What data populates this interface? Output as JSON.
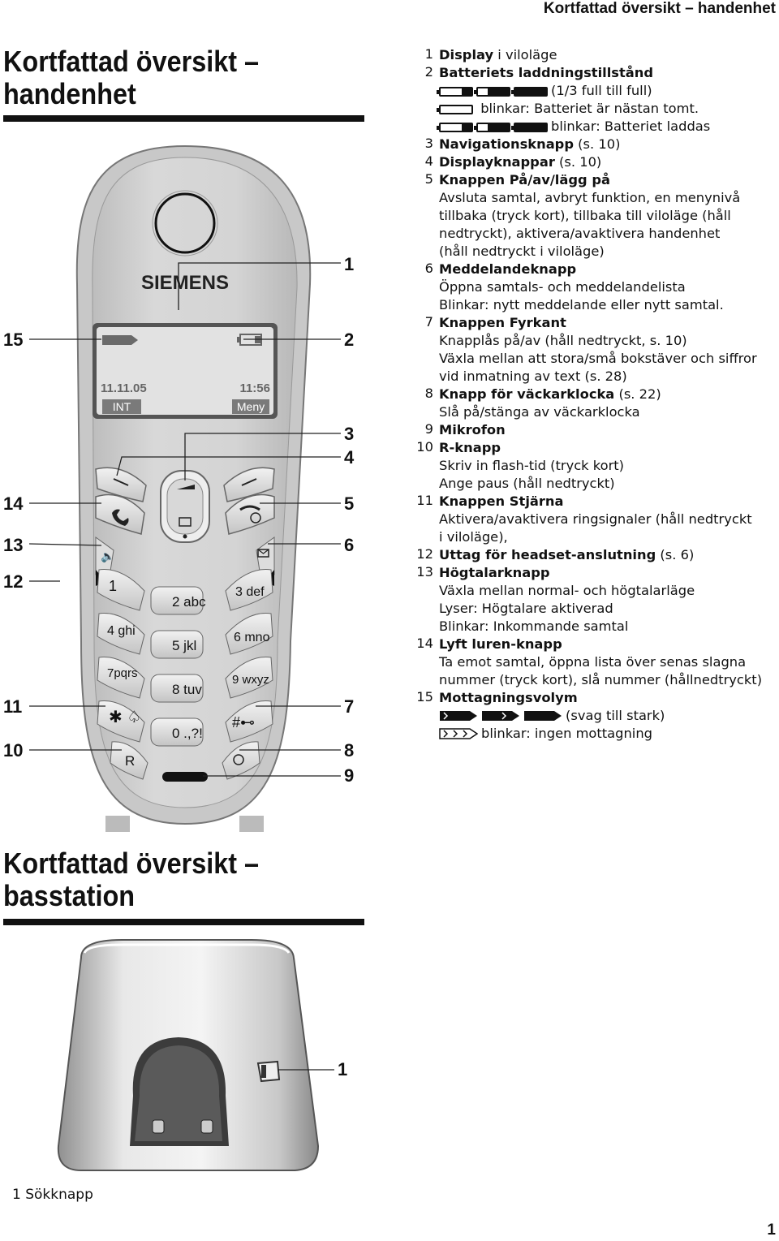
{
  "header": "Kortfattad översikt – handenhet",
  "section1": {
    "title_line1": "Kortfattad översikt –",
    "title_line2": "handenhet"
  },
  "section2": {
    "title_line1": "Kortfattad översikt –",
    "title_line2": "basstation"
  },
  "phone": {
    "brand": "SIEMENS",
    "display_date": "11.11.05",
    "display_time": "11:56",
    "softkey_left": "INT",
    "softkey_right": "Meny",
    "keys": {
      "k1": "1",
      "k2": "2 abc",
      "k3": "3 def",
      "k4": "4 ghi",
      "k5": "5 jkl",
      "k6": "6 mno",
      "k7": "7pqrs",
      "k8": "8 tuv",
      "k9": "9 wxyz",
      "k0": "0 .,?!",
      "kr": "R"
    },
    "callout_labels": [
      "1",
      "2",
      "3",
      "4",
      "5",
      "6",
      "7",
      "8",
      "9",
      "10",
      "11",
      "12",
      "13",
      "14",
      "15"
    ]
  },
  "legend": [
    {
      "n": "1",
      "title": "Display",
      "rest": " i viloläge",
      "lines": []
    },
    {
      "n": "2",
      "title": "Batteriets laddningstillstånd",
      "rest": "",
      "lines": [
        "(1/3 full till full)",
        "blinkar: Batteriet är nästan tomt.",
        "blinkar: Batteriet laddas"
      ]
    },
    {
      "n": "3",
      "title": "Navigationsknapp",
      "rest": " (s. 10)",
      "lines": []
    },
    {
      "n": "4",
      "title": "Displayknappar",
      "rest": " (s. 10)",
      "lines": []
    },
    {
      "n": "5",
      "title": "Knappen På/av/lägg på",
      "rest": "",
      "lines": [
        "Avsluta samtal, avbryt funktion, en menynivå",
        "tillbaka (tryck kort), tillbaka till viloläge (håll",
        "nedtryckt), aktivera/avaktivera handenhet",
        "(håll nedtryckt i viloläge)"
      ]
    },
    {
      "n": "6",
      "title": "Meddelandeknapp",
      "rest": "",
      "lines": [
        "Öppna samtals- och meddelandelista",
        "Blinkar: nytt meddelande eller nytt samtal."
      ]
    },
    {
      "n": "7",
      "title": "Knappen Fyrkant",
      "rest": "",
      "lines": [
        "Knapplås på/av (håll nedtryckt, s. 10)",
        "Växla mellan att stora/små bokstäver och siffror",
        "vid inmatning av text (s. 28)"
      ]
    },
    {
      "n": "8",
      "title": "Knapp för väckarklocka",
      "rest": " (s. 22)",
      "lines": [
        "Slå på/stänga av väckarklocka"
      ]
    },
    {
      "n": "9",
      "title": "Mikrofon",
      "rest": "",
      "lines": []
    },
    {
      "n": "10",
      "title": "R-knapp",
      "rest": "",
      "lines": [
        "Skriv in flash-tid (tryck kort)",
        "Ange paus (håll nedtryckt)"
      ]
    },
    {
      "n": "11",
      "title": "Knappen Stjärna",
      "rest": "",
      "lines": [
        "Aktivera/avaktivera ringsignaler (håll nedtryckt",
        "i viloläge),"
      ]
    },
    {
      "n": "12",
      "title": "Uttag för headset-anslutning",
      "rest": " (s. 6)",
      "lines": []
    },
    {
      "n": "13",
      "title": "Högtalarknapp",
      "rest": "",
      "lines": [
        "Växla mellan normal- och högtalarläge",
        "Lyser: Högtalare aktiverad",
        "Blinkar: Inkommande samtal"
      ]
    },
    {
      "n": "14",
      "title": "Lyft luren-knapp",
      "rest": "",
      "lines": [
        "Ta emot samtal, öppna lista över senas slagna",
        "nummer (tryck kort), slå nummer (hållnedtryckt)"
      ]
    },
    {
      "n": "15",
      "title": "Mottagningsvolym",
      "rest": "",
      "lines": [
        "(svag till stark)",
        "blinkar: ingen mottagning"
      ]
    }
  ],
  "base": {
    "callout": "1"
  },
  "footnote": "1 Sökknapp",
  "page_number": "1"
}
